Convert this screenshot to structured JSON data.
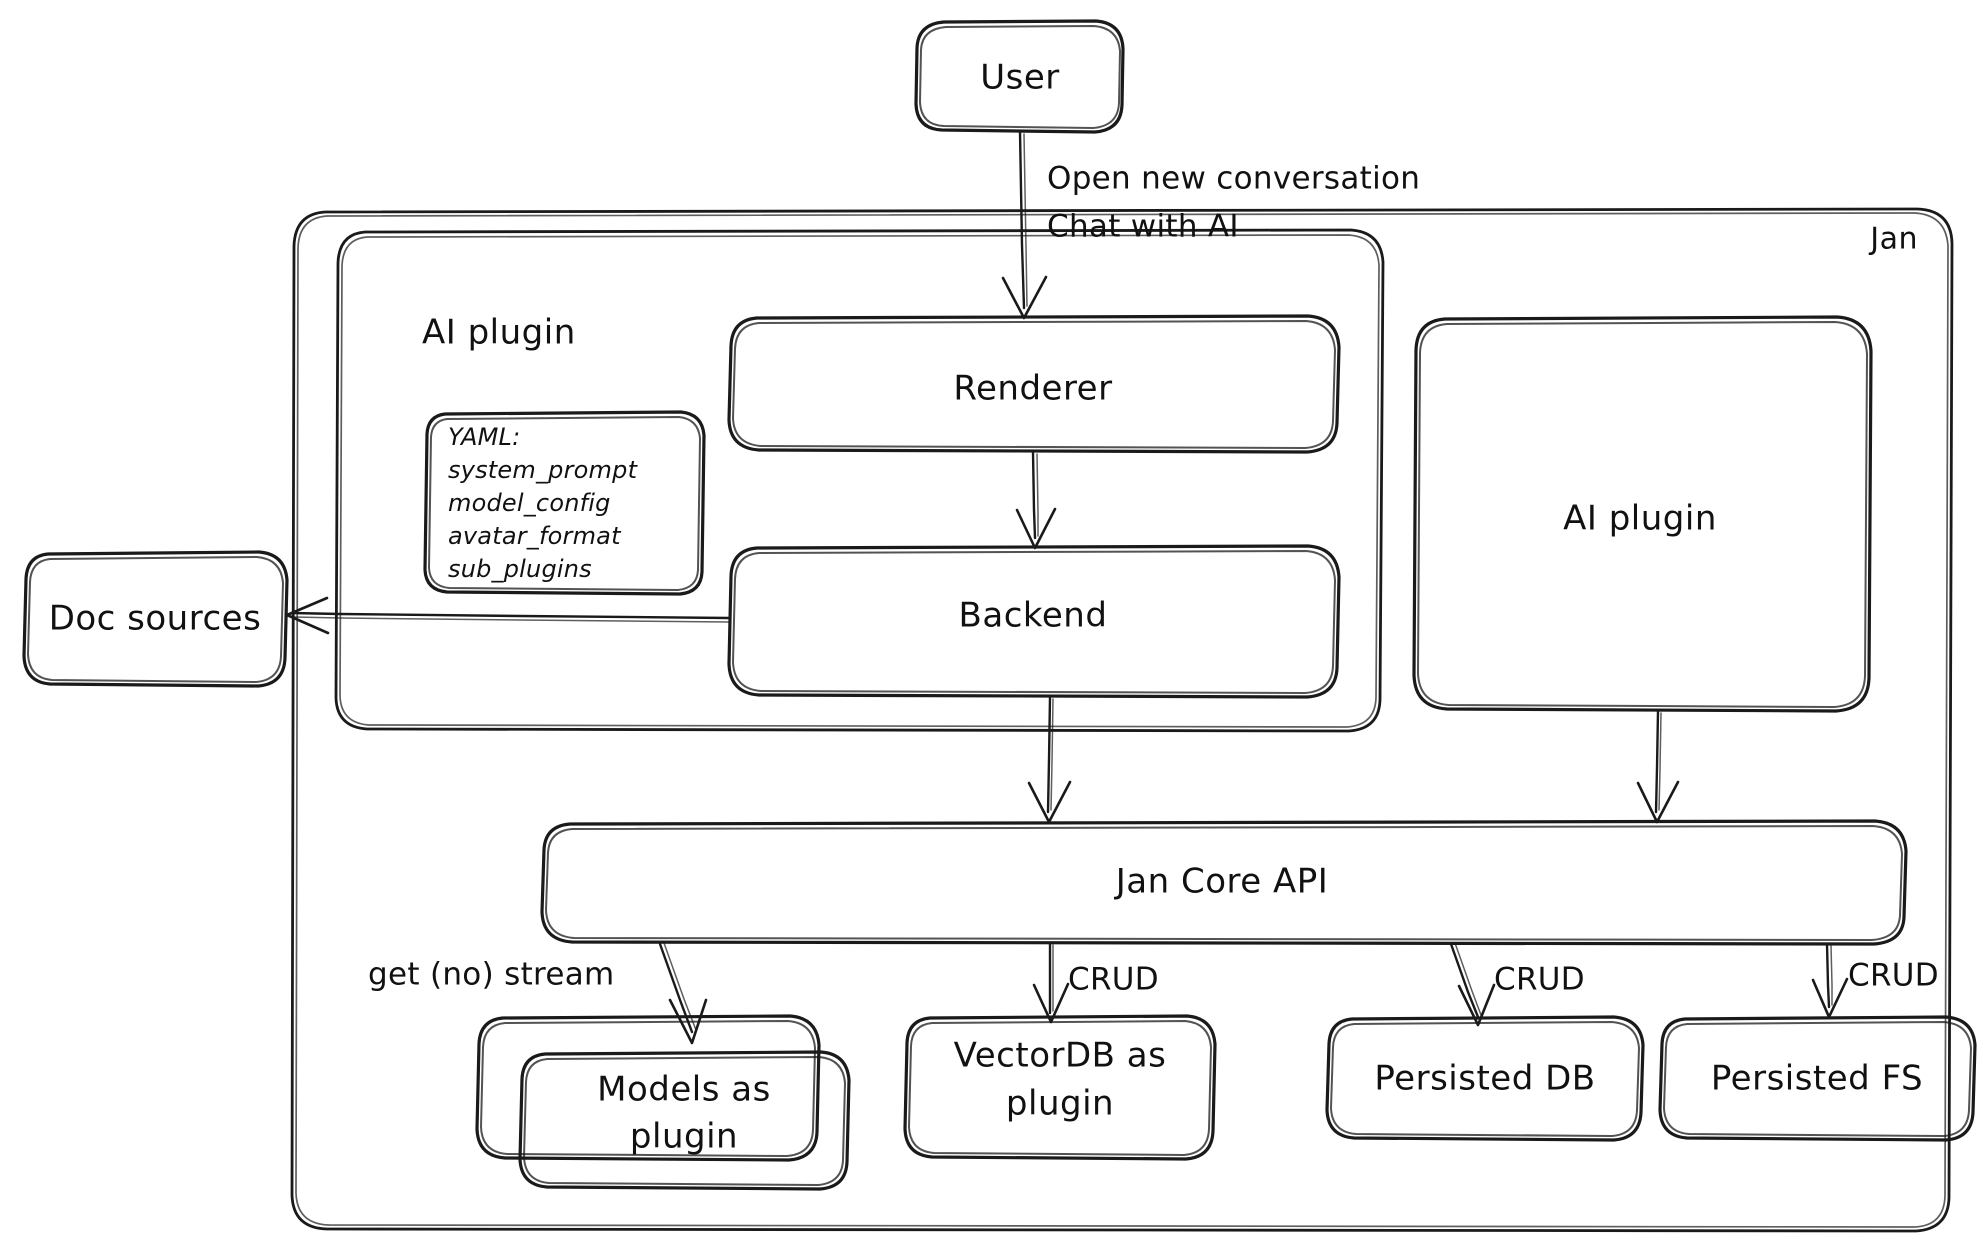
{
  "diagram": {
    "title": "Jan architecture diagram",
    "style": "hand-drawn sketch",
    "background_color": "#ffffff",
    "stroke_color": "#1a1a1a"
  },
  "clusters": {
    "jan": {
      "label": "Jan"
    },
    "ai_plugin_group": {
      "label": "AI plugin"
    }
  },
  "nodes": {
    "user": {
      "label": "User"
    },
    "renderer": {
      "label": "Renderer"
    },
    "backend": {
      "label": "Backend"
    },
    "ai_plugin": {
      "label": "AI plugin"
    },
    "doc_sources": {
      "label": "Doc sources"
    },
    "jan_core_api": {
      "label": "Jan Core API"
    },
    "models_plugin": {
      "label_line1": "Models as",
      "label_line2": "plugin"
    },
    "vectordb_plugin": {
      "label_line1": "VectorDB as",
      "label_line2": "plugin"
    },
    "persisted_db": {
      "label": "Persisted DB"
    },
    "persisted_fs": {
      "label": "Persisted FS"
    }
  },
  "yaml_box": {
    "lines": [
      "YAML:",
      "system_prompt",
      "model_config",
      "avatar_format",
      "sub_plugins"
    ]
  },
  "edge_labels": {
    "user_to_renderer_line1": "Open new conversation",
    "user_to_renderer_line2": "Chat with AI",
    "api_to_models": "get (no) stream",
    "api_to_vectordb": "CRUD",
    "api_to_persisted_db": "CRUD",
    "api_to_persisted_fs": "CRUD"
  }
}
